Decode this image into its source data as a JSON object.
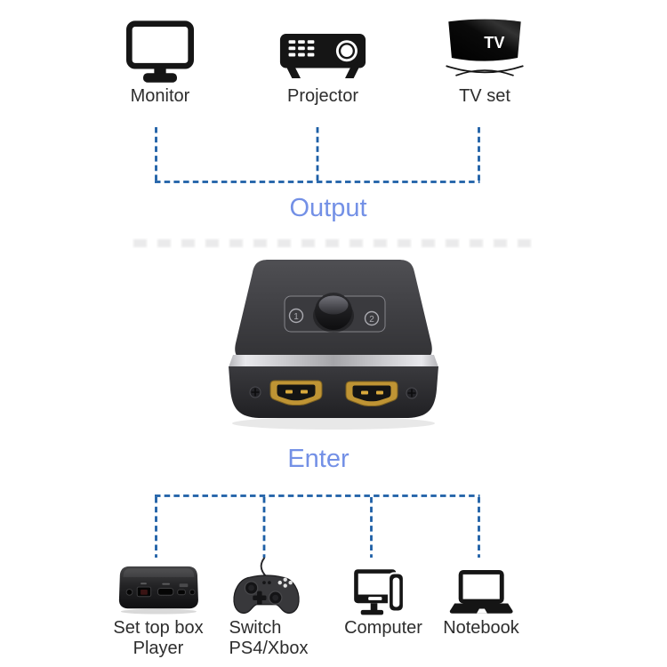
{
  "colors": {
    "background": "#ffffff",
    "connector_blue": "#1d5fa6",
    "section_title_blue": "#7390e6",
    "label_text": "#2d2d2d",
    "device_body": "#3c3c40",
    "hdmi_gold": "#bf9434"
  },
  "output_section": {
    "title": "Output",
    "devices": [
      {
        "label": "Monitor",
        "icon": "monitor-icon"
      },
      {
        "label": "Projector",
        "icon": "projector-icon"
      },
      {
        "label": "TV set",
        "icon": "tv-icon"
      }
    ]
  },
  "tv_screen_text": "TV",
  "switch_device": {
    "selector_positions": [
      "1",
      "2"
    ]
  },
  "enter_section": {
    "title": "Enter",
    "devices": [
      {
        "label_line1": "Set top box",
        "label_line2": "Player",
        "icon": "set-top-box-icon"
      },
      {
        "label_line1": "Switch",
        "label_line2": "PS4/Xbox",
        "icon": "game-controller-icon"
      },
      {
        "label_line1": "Computer",
        "label_line2": "",
        "icon": "desktop-computer-icon"
      },
      {
        "label_line1": "Notebook",
        "label_line2": "",
        "icon": "notebook-icon"
      }
    ]
  }
}
